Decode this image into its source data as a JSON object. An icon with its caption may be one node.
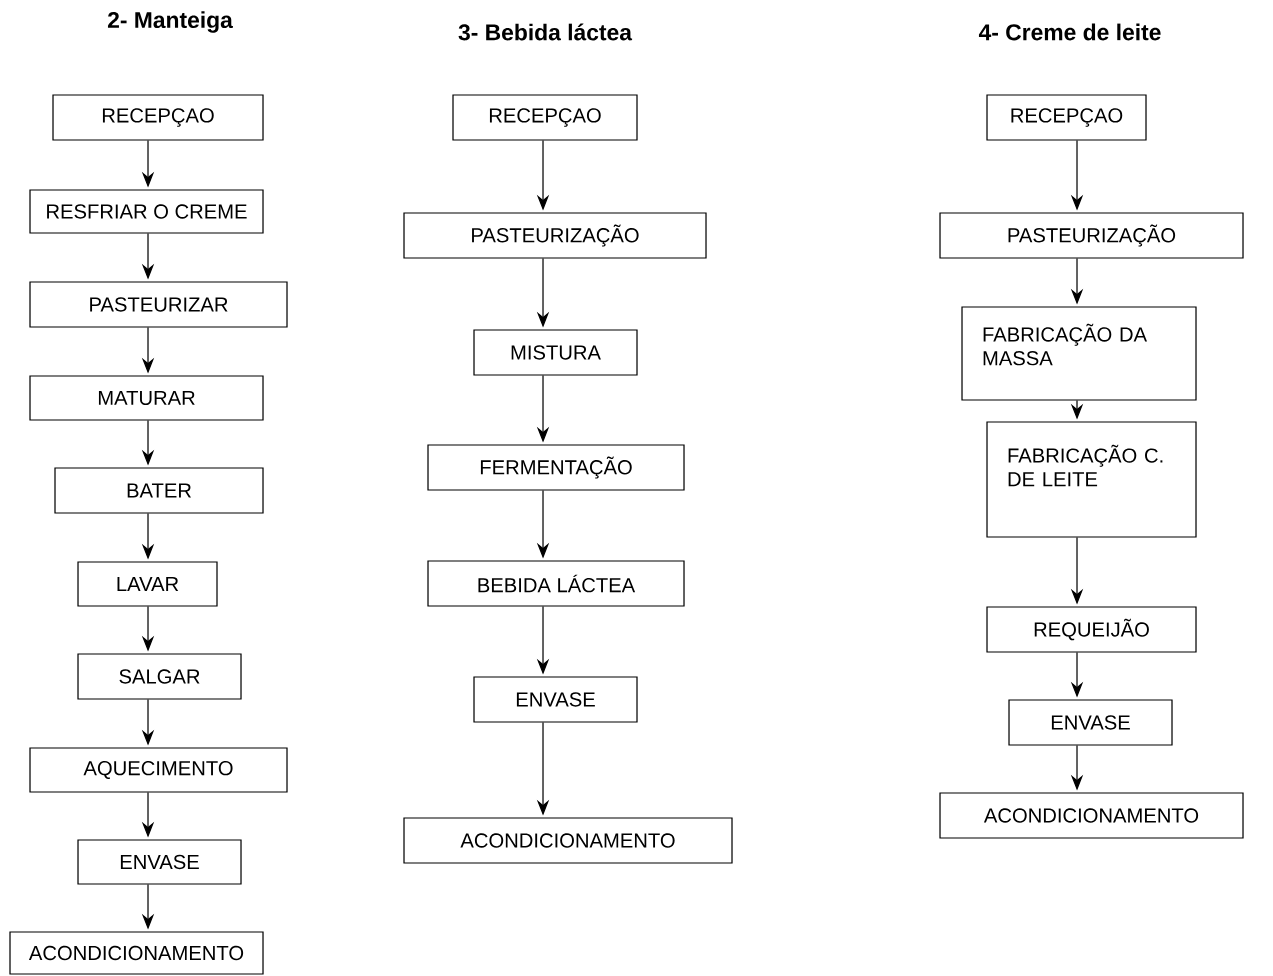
{
  "diagram": {
    "nodes": [
      {
        "text": [
          "RECEPÇAO"
        ]
      },
      {
        "text": [
          "RESFRIAR O CREME"
        ]
      },
      {
        "text": [
          "PASTEURIZAR"
        ]
      },
      {
        "text": [
          "MATURAR"
        ]
      },
      {
        "text": [
          "BATER"
        ]
      },
      {
        "text": [
          "LAVAR"
        ]
      },
      {
        "text": [
          "SALGAR"
        ]
      },
      {
        "text": [
          "AQUECIMENTO"
        ]
      },
      {
        "text": [
          "ENVASE"
        ]
      },
      {
        "text": [
          "ACONDICIONAMENTO"
        ]
      },
      {
        "text": [
          "RECEPÇAO"
        ]
      },
      {
        "text": [
          "PASTEURIZAÇÃO"
        ]
      },
      {
        "text": [
          "MISTURA"
        ]
      },
      {
        "text": [
          "FERMENTAÇÃO"
        ]
      },
      {
        "text": [
          "BEBIDA LÁCTEA"
        ]
      },
      {
        "text": [
          "ENVASE"
        ]
      },
      {
        "text": [
          "ACONDICIONAMENTO"
        ]
      },
      {
        "text": [
          "RECEPÇAO"
        ]
      },
      {
        "text": [
          "PASTEURIZAÇÃO"
        ]
      },
      {
        "text": [
          "FABRICAÇÃO DA MASSA"
        ]
      },
      {
        "text": [
          "FABRICAÇÃO C. DE LEITE"
        ]
      },
      {
        "text": [
          "REQUEIJÃO"
        ]
      },
      {
        "text": [
          "ENVASE"
        ]
      },
      {
        "text": [
          "ACONDICIONAMENTO"
        ]
      }
    ],
    "edges": [
      {
        "from": 0,
        "to": 1,
        "arrow": "to"
      },
      {
        "from": 1,
        "to": 2,
        "arrow": "to"
      },
      {
        "from": 2,
        "to": 3,
        "arrow": "to"
      },
      {
        "from": 3,
        "to": 4,
        "arrow": "to"
      },
      {
        "from": 4,
        "to": 5,
        "arrow": "to"
      },
      {
        "from": 5,
        "to": 6,
        "arrow": "to"
      },
      {
        "from": 6,
        "to": 7,
        "arrow": "to"
      },
      {
        "from": 7,
        "to": 8,
        "arrow": "to"
      },
      {
        "from": 8,
        "to": 9,
        "arrow": "to"
      },
      {
        "from": 10,
        "to": 11,
        "arrow": "to"
      },
      {
        "from": 11,
        "to": 12,
        "arrow": "to"
      },
      {
        "from": 12,
        "to": 13,
        "arrow": "to"
      },
      {
        "from": 13,
        "to": 14,
        "arrow": "to"
      },
      {
        "from": 14,
        "to": 15,
        "arrow": "to"
      },
      {
        "from": 15,
        "to": 16,
        "arrow": "to"
      },
      {
        "from": 17,
        "to": 18,
        "arrow": "to"
      },
      {
        "from": 18,
        "to": 19,
        "arrow": "to"
      },
      {
        "from": 19,
        "to": 20,
        "arrow": "to"
      },
      {
        "from": 20,
        "to": 21,
        "arrow": "to"
      },
      {
        "from": 21,
        "to": 22,
        "arrow": "to"
      },
      {
        "from": 22,
        "to": 23,
        "arrow": "to"
      }
    ],
    "labels": [
      "2- Manteiga",
      "3- Bebida láctea",
      "4- Creme de leite"
    ]
  }
}
